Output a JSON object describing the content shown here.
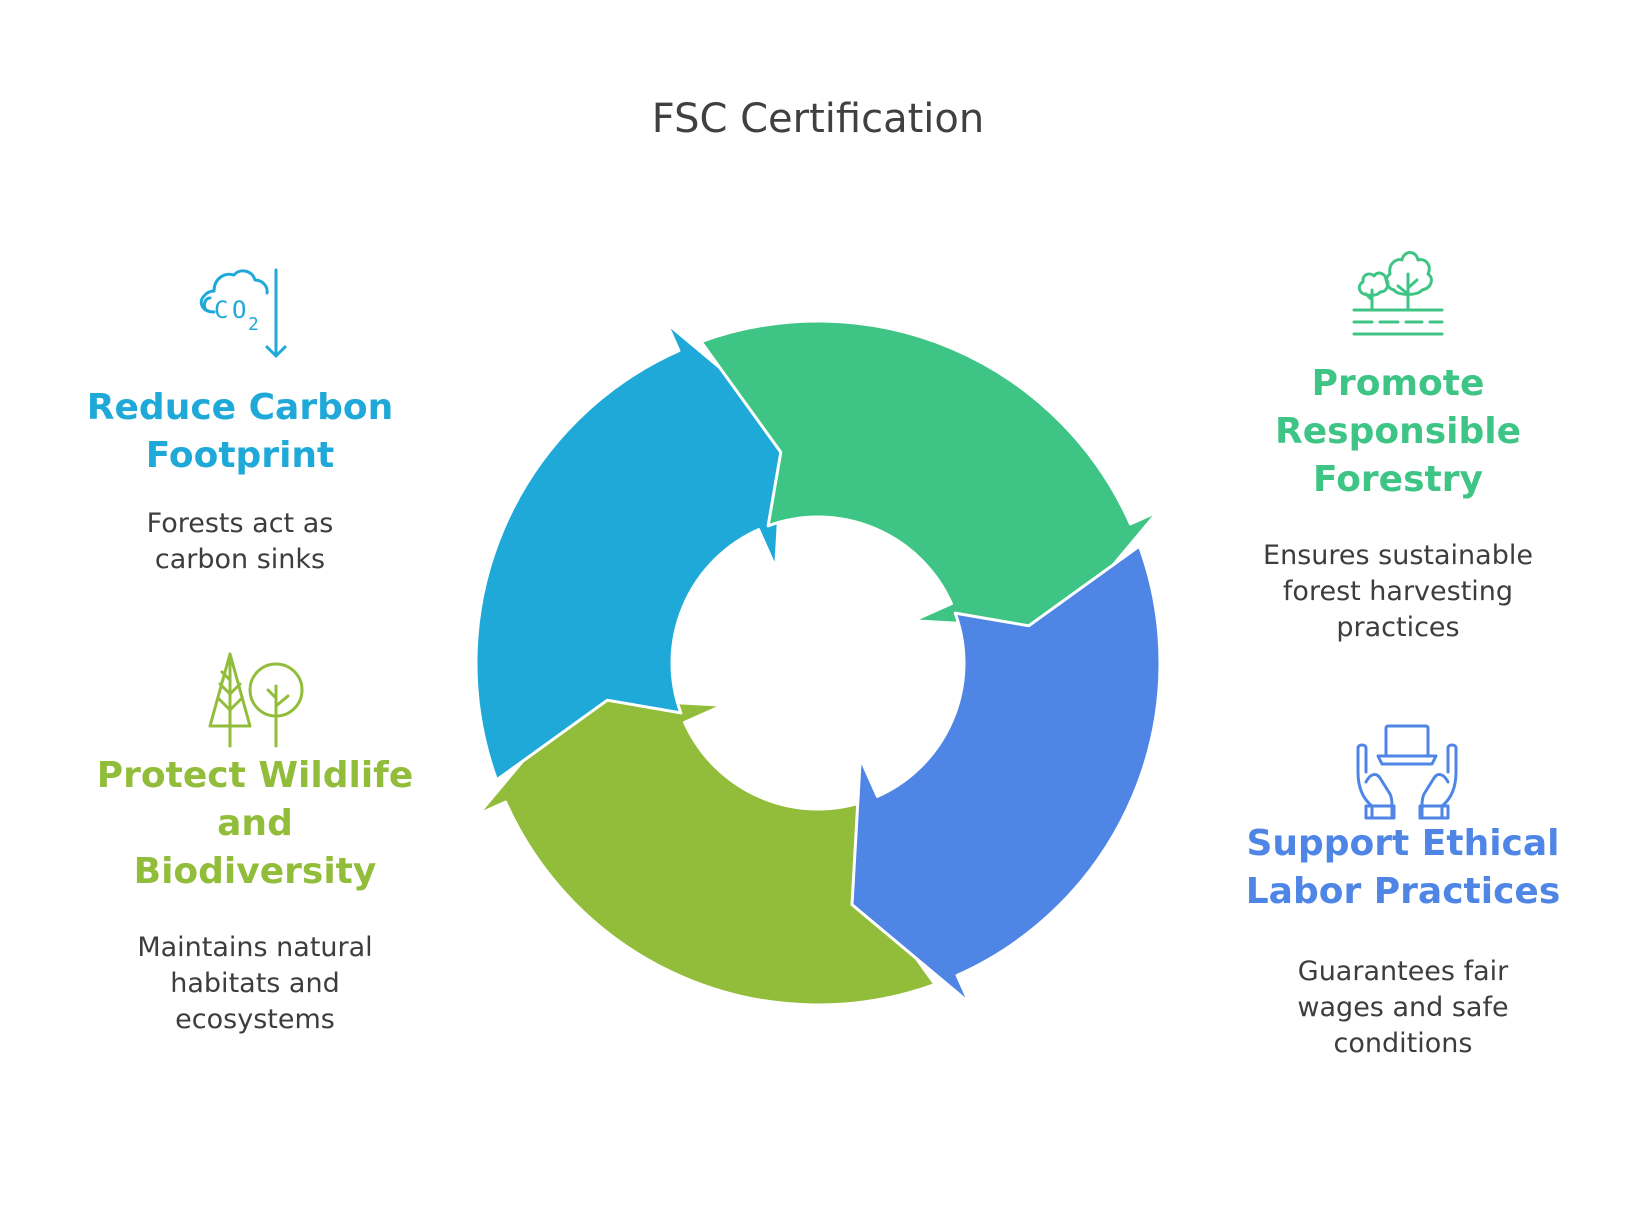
{
  "title": "FSC Certification",
  "colors": {
    "blue_light": "#1ea9d8",
    "green": "#3ec585",
    "blue": "#4f86e6",
    "lime": "#92bd3a",
    "text": "#404040"
  },
  "items": [
    {
      "heading": "Reduce Carbon Footprint",
      "heading_lines": [
        "Reduce Carbon",
        "Footprint"
      ],
      "desc_lines": [
        "Forests act as",
        "carbon sinks"
      ],
      "icon": "co2-reduction-icon",
      "color": "#1ea9d8"
    },
    {
      "heading": "Promote Responsible Forestry",
      "heading_lines": [
        "Promote",
        "Responsible",
        "Forestry"
      ],
      "desc_lines": [
        "Ensures sustainable",
        "forest harvesting",
        "practices"
      ],
      "icon": "forest-trees-icon",
      "color": "#3ec585"
    },
    {
      "heading": "Protect Wildlife and Biodiversity",
      "heading_lines": [
        "Protect Wildlife",
        "and",
        "Biodiversity"
      ],
      "desc_lines": [
        "Maintains natural",
        "habitats and",
        "ecosystems"
      ],
      "icon": "trees-icon",
      "color": "#92bd3a"
    },
    {
      "heading": "Support Ethical Labor Practices",
      "heading_lines": [
        "Support Ethical",
        "Labor Practices"
      ],
      "desc_lines": [
        "Guarantees fair",
        "wages and safe",
        "conditions"
      ],
      "icon": "hands-laptop-icon",
      "color": "#4f86e6"
    }
  ]
}
